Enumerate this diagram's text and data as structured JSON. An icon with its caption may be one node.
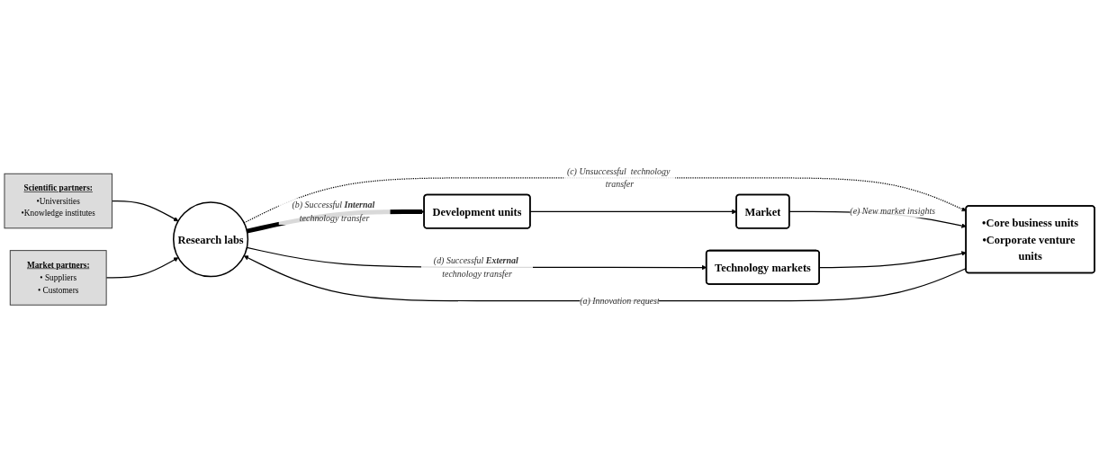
{
  "diagram": {
    "nodes": [
      {
        "text": [
          "Scientific partners:",
          "•Universities",
          "•Knowledge institutes"
        ]
      },
      {
        "text": [
          "Market partners:",
          "• Suppliers",
          "• Customers"
        ]
      },
      {
        "text": [
          "•Core business units",
          "•Corporate venture units"
        ]
      },
      {
        "text": [
          "Research labs"
        ]
      },
      {
        "text": [
          "Development units"
        ]
      },
      {
        "text": [
          "Market"
        ]
      },
      {
        "text": [
          "Technology markets"
        ]
      }
    ],
    "edges": [
      {
        "from": 0,
        "to": 3,
        "arrow": "to"
      },
      {
        "from": 1,
        "to": 3,
        "arrow": "to"
      },
      {
        "from": 2,
        "to": 3,
        "arrow": "to",
        "label": "(a) Innovation request"
      },
      {
        "from": 3,
        "to": 4,
        "arrow": "to",
        "style": "thick",
        "label": "(b) Successful **Internal** technology transfer"
      },
      {
        "from": 4,
        "to": 5,
        "arrow": "to"
      },
      {
        "from": 3,
        "to": 6,
        "arrow": "to",
        "label": "(d) Successful **External** technology transfer"
      },
      {
        "from": 3,
        "to": 2,
        "arrow": "to",
        "style": "dashed",
        "label": "(c) Unsuccessful  technology transfer"
      },
      {
        "from": 5,
        "to": 2,
        "arrow": "to",
        "label": "(e) New market insights"
      },
      {
        "from": 6,
        "to": 2,
        "arrow": "to"
      }
    ]
  }
}
